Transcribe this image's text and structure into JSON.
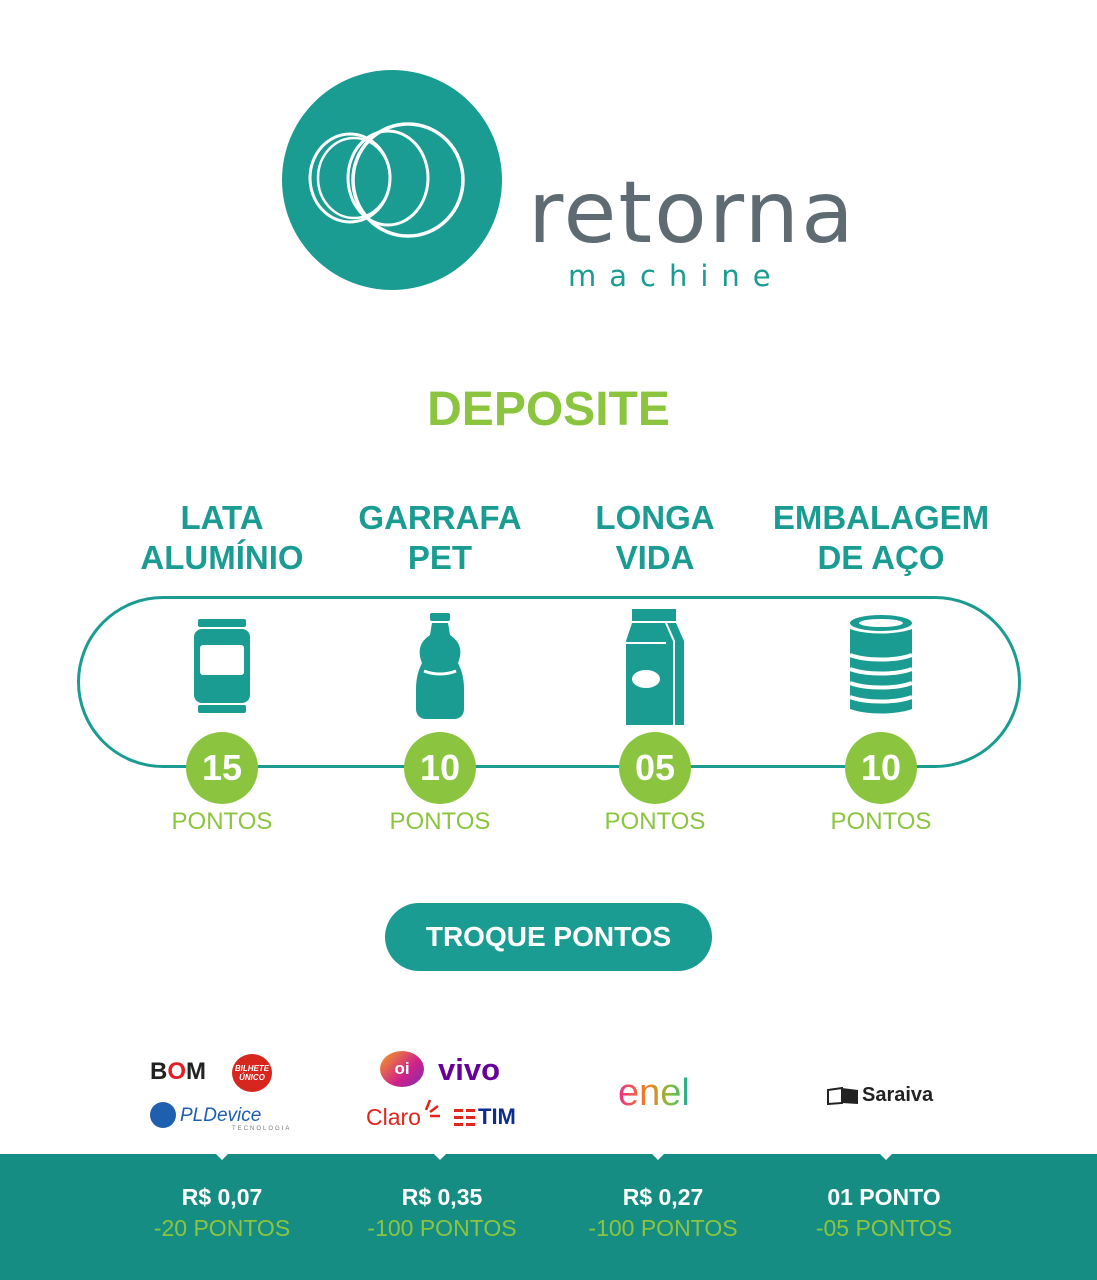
{
  "logo": {
    "wordmark": "retorna",
    "subtitle": "machine",
    "brand_color": "#1a9c92",
    "text_color": "#5f6b73"
  },
  "headline": "DEPOSITE",
  "accent_color": "#8bc53f",
  "materials": [
    {
      "line1": "LATA",
      "line2": "ALUMÍNIO",
      "icon": "can-icon",
      "points": "15",
      "unit": "PONTOS"
    },
    {
      "line1": "GARRAFA",
      "line2": "PET",
      "icon": "bottle-icon",
      "points": "10",
      "unit": "PONTOS"
    },
    {
      "line1": "LONGA",
      "line2": "VIDA",
      "icon": "carton-icon",
      "points": "05",
      "unit": "PONTOS"
    },
    {
      "line1": "EMBALAGEM",
      "line2": "DE AÇO",
      "icon": "steel-can-icon",
      "points": "10",
      "unit": "PONTOS"
    }
  ],
  "cta_label": "TROQUE PONTOS",
  "partners": {
    "bom": "B",
    "bom_o": "O",
    "bom_m": "M",
    "bilhete_1": "BILHETE",
    "bilhete_2": "ÚNICO",
    "pldevice": "PLDevice",
    "pldevice_sub": "TECNOLOGIA",
    "oi": "oi",
    "vivo": "vivo",
    "claro": "Claro",
    "tim": "TIM",
    "enel": "enel",
    "saraiva": "Saraiva"
  },
  "rewards": [
    {
      "price": "R$ 0,07",
      "cost": "-20 PONTOS"
    },
    {
      "price": "R$ 0,35",
      "cost": "-100 PONTOS"
    },
    {
      "price": "R$ 0,27",
      "cost": "-100 PONTOS"
    },
    {
      "price": "01 PONTO",
      "cost": "-05 PONTOS"
    }
  ],
  "footer_color": "#168d82"
}
